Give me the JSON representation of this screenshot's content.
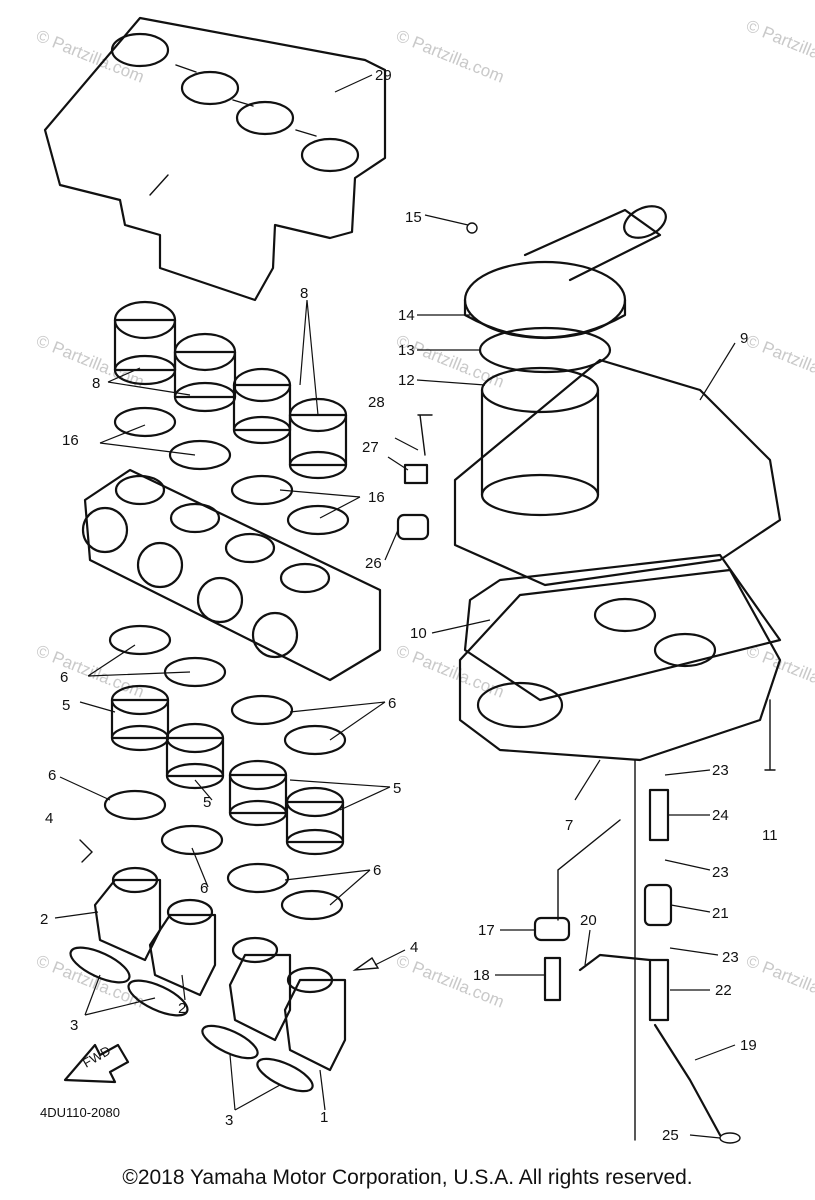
{
  "watermark": "© Partzilla.com",
  "diagram_code": "4DU110-2080",
  "fwd_label": "FWD",
  "copyright": "©2018  Yamaha Motor Corporation, U.S.A. All rights reserved.",
  "callouts": {
    "c29": "29",
    "c15": "15",
    "c14": "14",
    "c13": "13",
    "c12": "12",
    "c9": "9",
    "c8a": "8",
    "c8b": "8",
    "c28": "28",
    "c27": "27",
    "c26": "26",
    "c16a": "16",
    "c16b": "16",
    "c10": "10",
    "c6a": "6",
    "c6b": "6",
    "c6c": "6",
    "c6d": "6",
    "c6e": "6",
    "c5a": "5",
    "c5b": "5",
    "c5c": "5",
    "c4a": "4",
    "c4b": "4",
    "c2a": "2",
    "c2b": "2",
    "c3a": "3",
    "c3b": "3",
    "c1": "1",
    "c7": "7",
    "c11": "11",
    "c23a": "23",
    "c24": "24",
    "c23b": "23",
    "c21": "21",
    "c23c": "23",
    "c17": "17",
    "c20": "20",
    "c18": "18",
    "c22": "22",
    "c19": "19",
    "c25": "25"
  }
}
